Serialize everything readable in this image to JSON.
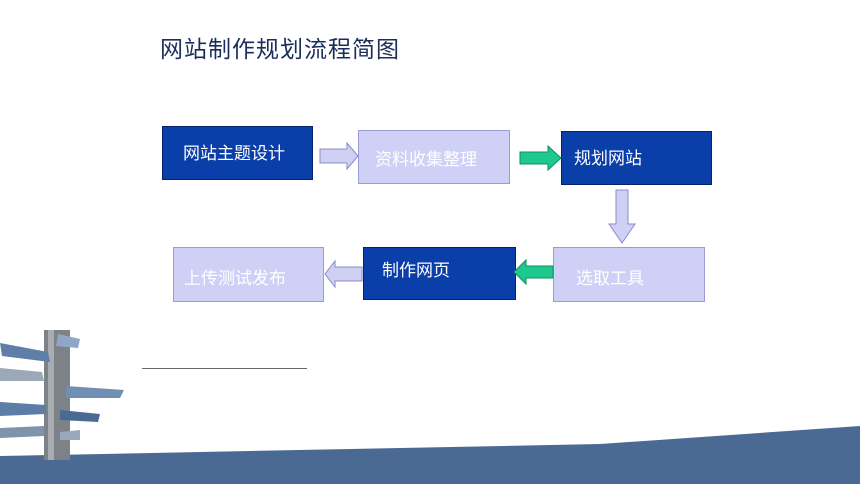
{
  "title": "网站制作规划流程简图",
  "nodes": {
    "n1": "网站主题设计",
    "n2": "资料收集整理",
    "n3": "规划网站",
    "n4": "选取工具",
    "n5": "制作网页",
    "n6": "上传测试发布"
  },
  "colors": {
    "dark_box": "#0a3ea8",
    "light_box": "#cfd0f5",
    "arrow_light": "#d0d0f4",
    "arrow_green": "#1ec88f",
    "footer_band": "#4a6a94"
  },
  "icons": [
    "signpost-icon"
  ]
}
